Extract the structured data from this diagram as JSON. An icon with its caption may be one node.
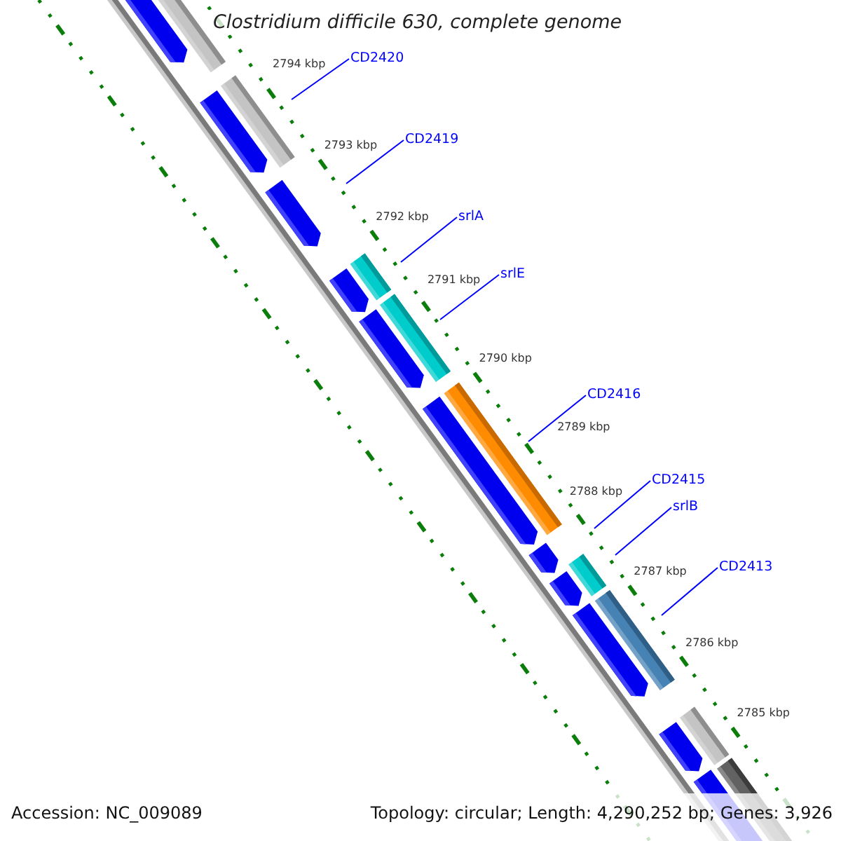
{
  "diagram": {
    "title": "Clostridium difficile 630, complete genome",
    "nodes": [
      {
        "text": [
          "CD2420"
        ]
      },
      {
        "text": [
          "CD2419"
        ]
      },
      {
        "text": [
          "srlA"
        ]
      },
      {
        "text": [
          "srlE"
        ]
      },
      {
        "text": [
          "CD2416"
        ]
      },
      {
        "text": [
          "CD2415"
        ]
      },
      {
        "text": [
          "srlB"
        ]
      },
      {
        "text": [
          "CD2413"
        ]
      }
    ],
    "edges": [
      {
        "from": 0,
        "to": null,
        "arrow": "none"
      },
      {
        "from": 1,
        "to": null,
        "arrow": "none"
      },
      {
        "from": 2,
        "to": null,
        "arrow": "none"
      },
      {
        "from": 3,
        "to": null,
        "arrow": "none"
      },
      {
        "from": 4,
        "to": null,
        "arrow": "none"
      },
      {
        "from": 5,
        "to": null,
        "arrow": "none"
      },
      {
        "from": 6,
        "to": null,
        "arrow": "none"
      },
      {
        "from": 7,
        "to": null,
        "arrow": "none"
      }
    ],
    "labels": [
      "2794 kbp",
      "2793 kbp",
      "2792 kbp",
      "2791 kbp",
      "2790 kbp",
      "2789 kbp",
      "2788 kbp",
      "2787 kbp",
      "2786 kbp",
      "2785 kbp",
      "Accession: NC_009089",
      "Topology: circular; Length: 4,290,252 bp; Genes: 3,926"
    ]
  }
}
